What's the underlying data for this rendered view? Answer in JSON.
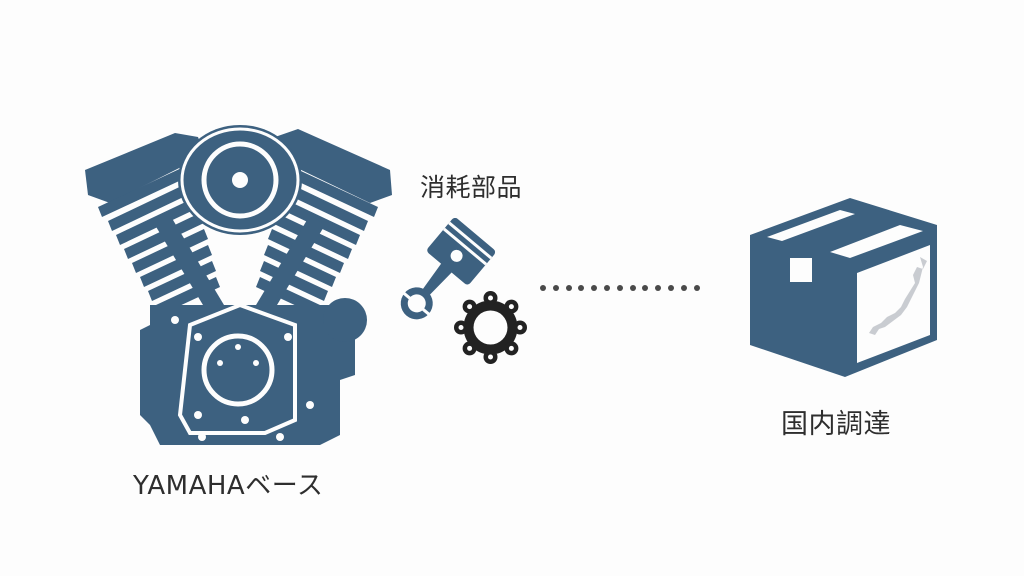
{
  "colors": {
    "icon_primary": "#3d6180",
    "gasket": "#222222",
    "text": "#2e2e2e",
    "dots": "#4a4a4a",
    "map_fill": "#c9ccd1",
    "background": "#fdfdfd"
  },
  "engine": {
    "icon": "v-twin-engine-icon",
    "label": "YAMAHAベース"
  },
  "parts": {
    "label": "消耗部品",
    "icons": [
      "piston-icon",
      "gasket-icon"
    ]
  },
  "connector": {
    "style": "dotted-line",
    "dot_count": 13
  },
  "box": {
    "icon": "cardboard-box-japan-map-icon",
    "label": "国内調達"
  }
}
